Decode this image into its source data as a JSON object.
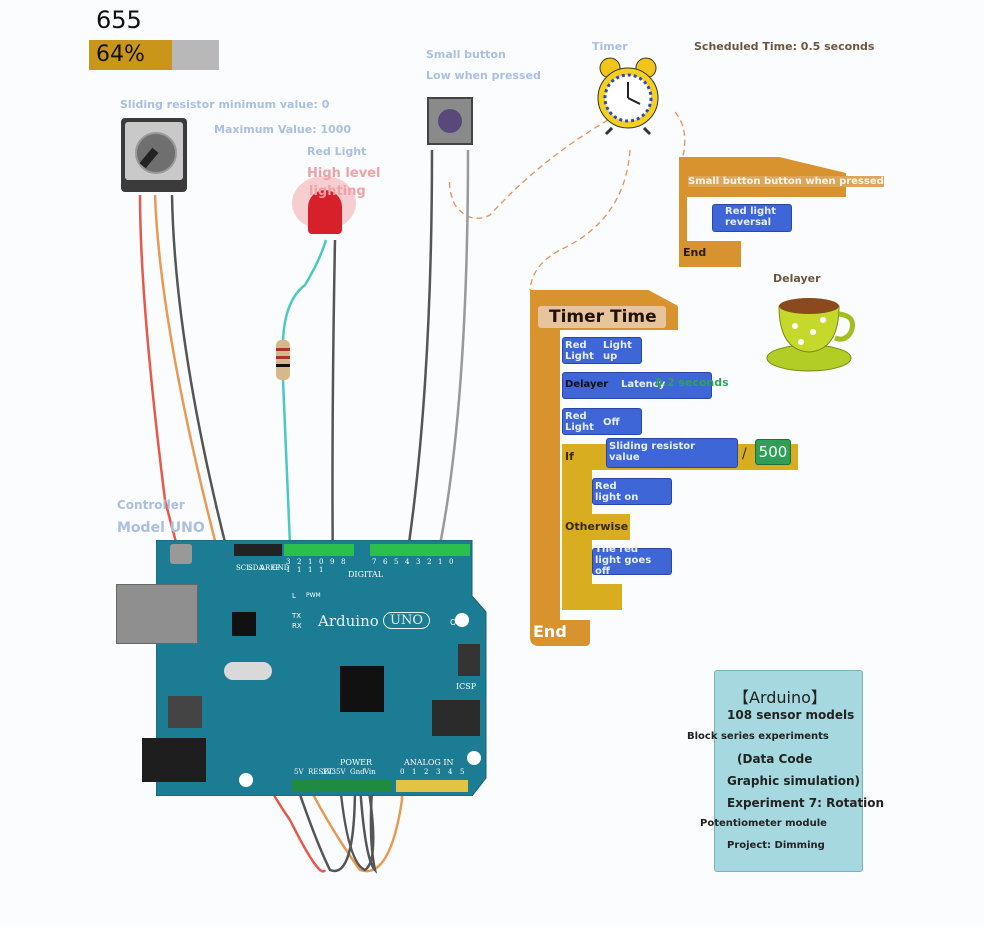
{
  "readout": {
    "value": "655",
    "percent_text": "64%",
    "percent": 0.64
  },
  "labels": {
    "slider_min": "Sliding resistor minimum value: 0",
    "slider_max": "Maximum Value: 1000",
    "red_light": "Red Light",
    "high_level": "High level",
    "lighting": "lighting",
    "small_button": "Small button",
    "low_pressed": "Low when pressed",
    "timer": "Timer",
    "scheduled": "Scheduled Time: 0.5 seconds",
    "delayer": "Delayer",
    "controller": "Controller",
    "model": "Model UNO"
  },
  "board": {
    "name": "Arduino",
    "uno": "UNO",
    "on": "ON",
    "digital": "DIGITAL",
    "power": "POWER",
    "analog": "ANALOG IN",
    "icsp": "ICSP",
    "tx": "TX",
    "rx": "RX",
    "l": "L",
    "pins_top": [
      "3",
      "2",
      "1",
      "0",
      "9",
      "8",
      "7",
      "6",
      "5",
      "4",
      "3",
      "2",
      "1",
      "0"
    ],
    "pins_top2": [
      "1",
      "1",
      "1",
      "1"
    ],
    "side_top": [
      "SCL",
      "SDA",
      "AREF",
      "GND"
    ],
    "pwm": "PWM",
    "power_pins": [
      "5V",
      "RESET",
      "3V3",
      "5V",
      "Gnd",
      "Vin"
    ],
    "analog_pins": [
      "0",
      "1",
      "2",
      "3",
      "4",
      "5"
    ]
  },
  "blocks": {
    "event_header": "Small button button when pressed",
    "event_action": "Red light reversal",
    "event_end": "End",
    "timer_header": "Timer Time",
    "b1_a": "Red Light",
    "b1_b": "Light up",
    "delayer": "Delayer",
    "latency": "Latency",
    "seconds": "0.2 seconds",
    "b3_a": "Red Light",
    "b3_b": "Off",
    "if": "If",
    "cond_a": "Sliding resistor value",
    "cond_op": "/",
    "cond_num": "500",
    "then_action": "Red light on",
    "otherwise": "Otherwise",
    "else_action": "The red light goes off",
    "end": "End"
  },
  "info": {
    "title": "【Arduino】",
    "lines": [
      "108 sensor models",
      "Block series experiments",
      "(Data Code",
      "Graphic simulation)",
      "Experiment 7: Rotation",
      "Potentiometer module",
      "Project: Dimming"
    ]
  }
}
